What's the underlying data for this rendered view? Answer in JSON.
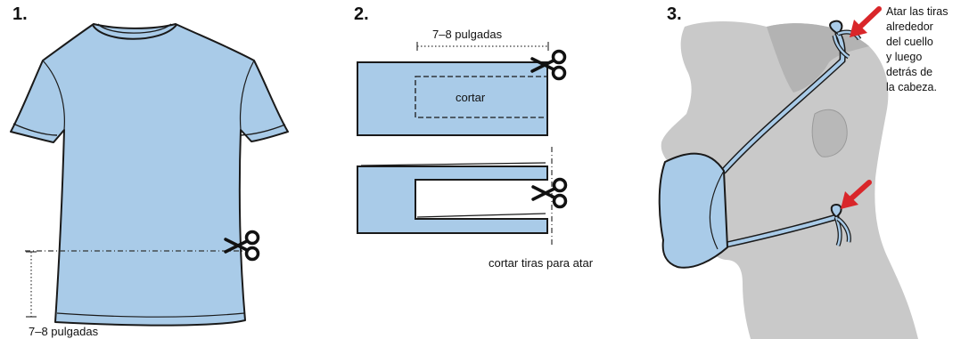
{
  "colors": {
    "fabric": "#a9cbe8",
    "fabric_outline": "#1a1a1a",
    "head": "#c9c9c9",
    "head_dark": "#a8a8a8",
    "arrow": "#d9262a",
    "ink": "#111111"
  },
  "step1": {
    "number": "1.",
    "measure_label": "7–8 pulgadas",
    "icon": "scissors-icon"
  },
  "step2": {
    "number": "2.",
    "measure_label": "7–8 pulgadas",
    "cut_label": "cortar",
    "ties_label": "cortar tiras para atar",
    "icon": "scissors-icon"
  },
  "step3": {
    "number": "3.",
    "note_lines": [
      "Atar las tiras",
      "alrededor",
      "del cuello",
      "y luego",
      "detrás de",
      "la cabeza."
    ],
    "icon": "arrow-icon"
  }
}
